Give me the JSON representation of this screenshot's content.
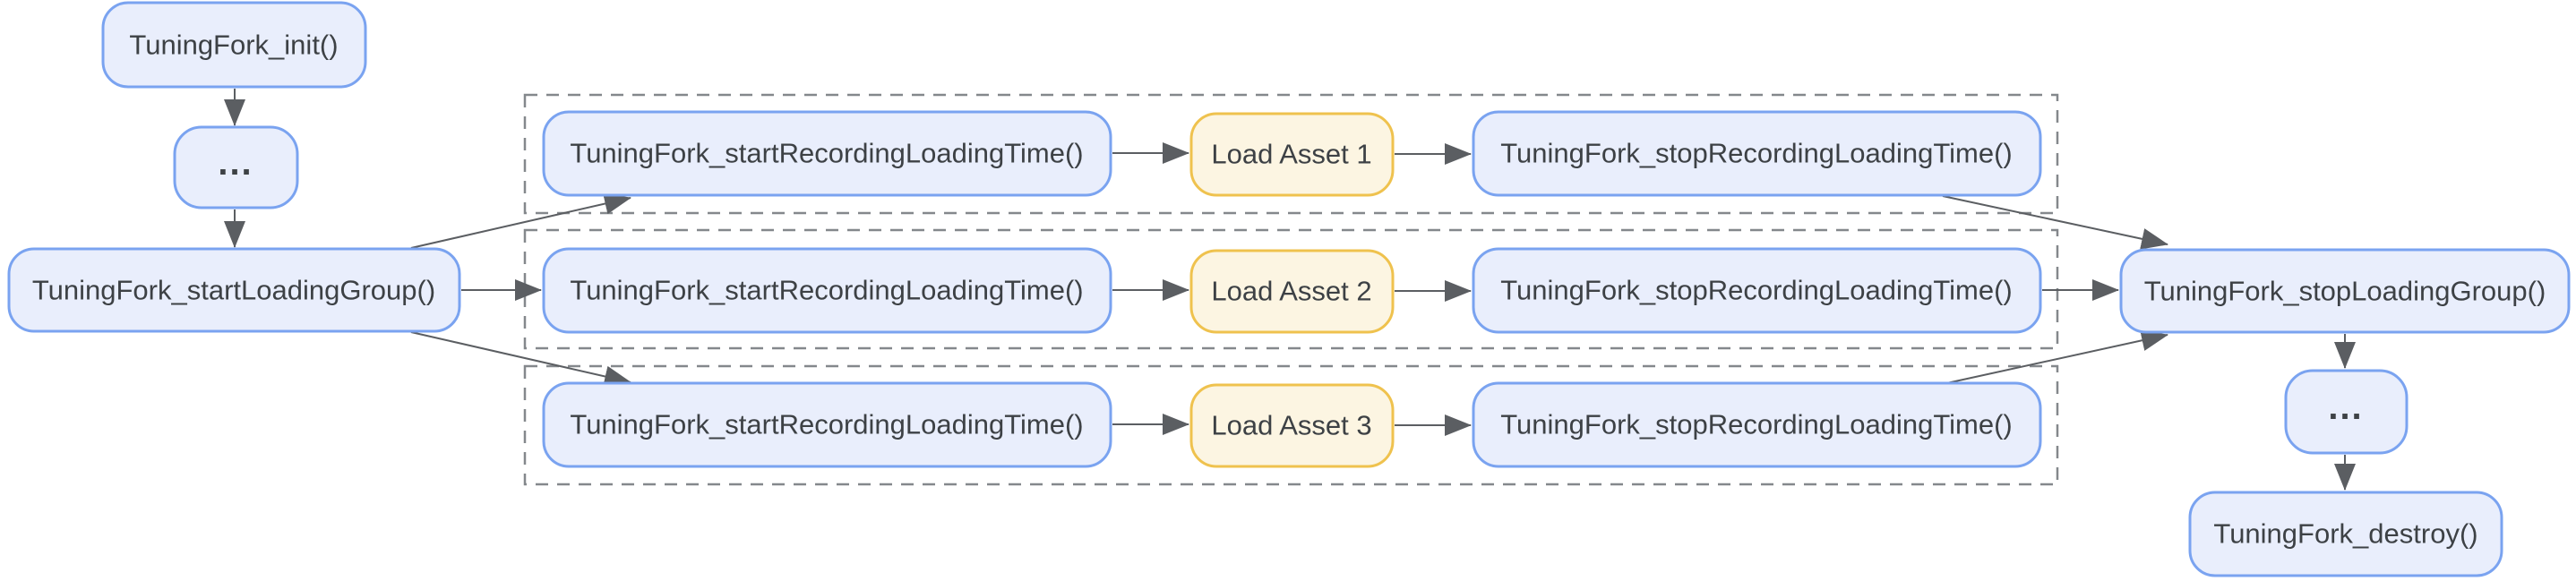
{
  "diagram": {
    "kind": "flowchart",
    "background": "#ffffff",
    "colors": {
      "api_node_fill": "#e9eefc",
      "api_node_border": "#7aa3f0",
      "asset_node_fill": "#fcf5e2",
      "asset_node_border": "#efc24e",
      "label_text": "#3d4145",
      "edge_line": "#5b5e62",
      "group_frame_dashed": "#84888c"
    },
    "nodes": {
      "init": {
        "label": "TuningFork_init()"
      },
      "ellipsis_left": {
        "label": "..."
      },
      "start_loading_group": {
        "label": "TuningFork_startLoadingGroup()"
      },
      "stop_loading_group": {
        "label": "TuningFork_stopLoadingGroup()"
      },
      "ellipsis_right": {
        "label": "..."
      },
      "destroy": {
        "label": "TuningFork_destroy()"
      }
    },
    "rows": [
      {
        "start": "TuningFork_startRecordingLoadingTime()",
        "load": "Load Asset 1",
        "stop": "TuningFork_stopRecordingLoadingTime()"
      },
      {
        "start": "TuningFork_startRecordingLoadingTime()",
        "load": "Load Asset 2",
        "stop": "TuningFork_stopRecordingLoadingTime()"
      },
      {
        "start": "TuningFork_startRecordingLoadingTime()",
        "load": "Load Asset 3",
        "stop": "TuningFork_stopRecordingLoadingTime()"
      }
    ]
  }
}
